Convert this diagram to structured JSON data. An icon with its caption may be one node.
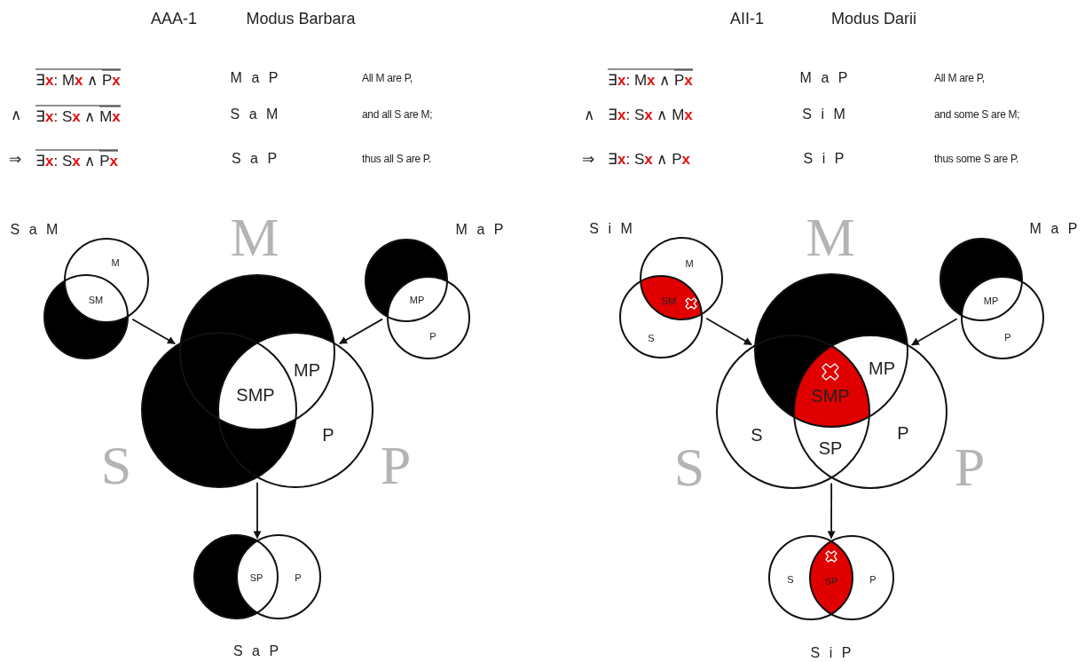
{
  "diagram": {
    "nodes": [
      {
        "text": [
          "S a M",
          "M",
          "SM"
        ]
      },
      {
        "text": [
          "M a P",
          "MP",
          "P"
        ]
      },
      {
        "text": [
          "SMP",
          "MP",
          "P"
        ]
      },
      {
        "text": [
          "SP",
          "P",
          "S a P"
        ]
      },
      {
        "text": [
          "S i M",
          "M",
          "SM",
          "S"
        ]
      },
      {
        "text": [
          "M a P",
          "MP",
          "P"
        ]
      },
      {
        "text": [
          "SMP",
          "MP",
          "S",
          "SP",
          "P"
        ]
      },
      {
        "text": [
          "S",
          "SP",
          "P",
          "S i P"
        ]
      }
    ],
    "edges": [
      {
        "from": 0,
        "to": 2,
        "arrow": "to"
      },
      {
        "from": 1,
        "to": 2,
        "arrow": "to"
      },
      {
        "from": 2,
        "to": 3,
        "arrow": "to"
      },
      {
        "from": 4,
        "to": 6,
        "arrow": "to"
      },
      {
        "from": 5,
        "to": 6,
        "arrow": "to"
      },
      {
        "from": 6,
        "to": 7,
        "arrow": "to"
      }
    ],
    "labels": [
      "AAA-1",
      "Modus Barbara",
      "∃x: Mx ∧ Px",
      "M a P",
      "All M are P,",
      "∧",
      "∃x: Sx ∧ Mx",
      "S a M",
      "and all S are M;",
      "⇒",
      "∃x: Sx ∧ Px",
      "S a P",
      "thus all S are P.",
      "M",
      "S",
      "P",
      "AII-1",
      "Modus Darii",
      "∃x: Mx ∧ Px",
      "M a P",
      "All M are P,",
      "∧",
      "∃x: Sx ∧ Mx",
      "S i M",
      "and some S are M;",
      "⇒",
      "∃x: Sx ∧ Px",
      "S i P",
      "thus some S are P.",
      "M",
      "S",
      "P"
    ]
  }
}
